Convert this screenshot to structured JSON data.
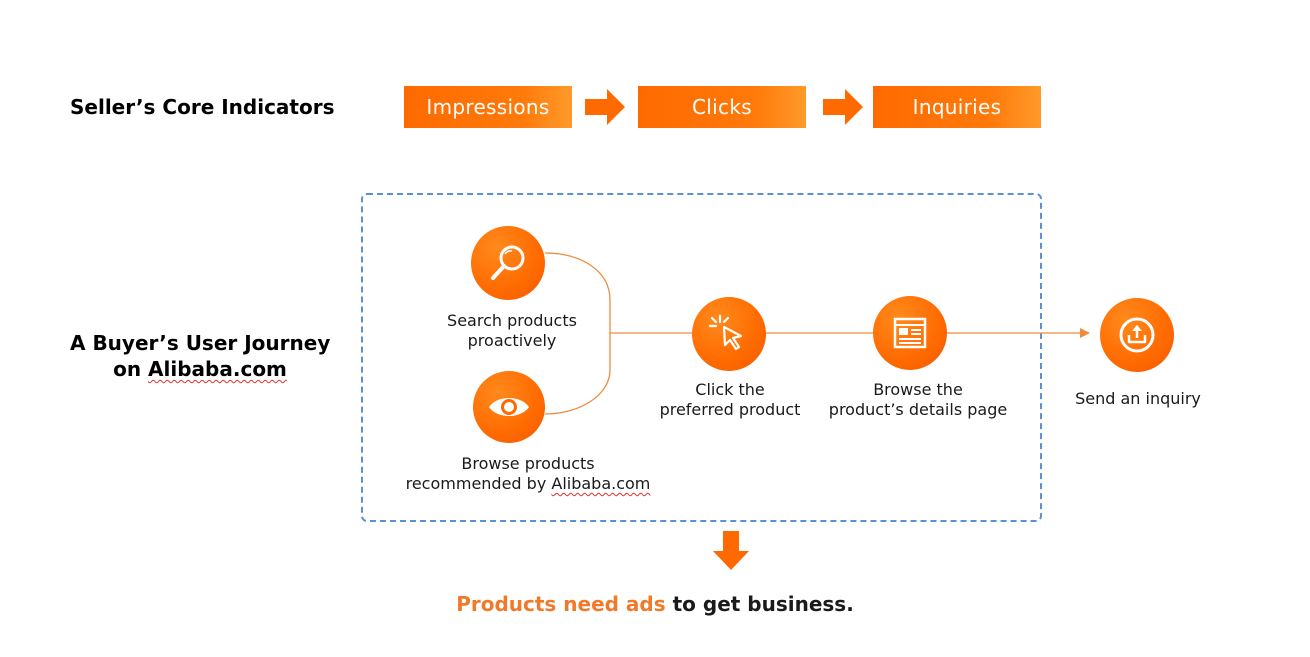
{
  "seller": {
    "title": "Seller’s Core Indicators",
    "metrics": [
      "Impressions",
      "Clicks",
      "Inquiries"
    ]
  },
  "buyer": {
    "title_line1": "A Buyer’s User Journey",
    "title_line2_prefix": "on ",
    "title_line2_site": "Alibaba.com"
  },
  "steps": {
    "search": {
      "line1": "Search products",
      "line2": "proactively",
      "icon": "search-icon"
    },
    "browse_recommended": {
      "line1": "Browse products",
      "line2_prefix": "recommended by ",
      "line2_site": "Alibaba.com",
      "icon": "eye-icon"
    },
    "click": {
      "line1": "Click the",
      "line2": "preferred product",
      "icon": "cursor-click-icon"
    },
    "details": {
      "line1": "Browse the",
      "line2": "product’s details page",
      "icon": "webpage-icon"
    },
    "inquiry": {
      "line1": "Send an inquiry",
      "icon": "upload-icon"
    }
  },
  "conclusion": {
    "accent": "Products need ads",
    "rest": " to get business."
  },
  "colors": {
    "orange": "#ff6a00",
    "orange_light": "#ff9a2a",
    "accent_text": "#f07a2a",
    "frame_border": "#5b8fd6",
    "connector": "#f08a3c"
  }
}
